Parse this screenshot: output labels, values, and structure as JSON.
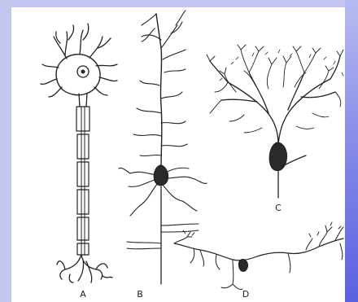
{
  "diagram": {
    "labels": {
      "a": "A",
      "b": "B",
      "c": "C",
      "d": "D"
    }
  },
  "colors": {
    "background": "#b9bdf0",
    "panel": "#ffffff",
    "ink": "#222222",
    "accent_right": "#5a61e0"
  }
}
